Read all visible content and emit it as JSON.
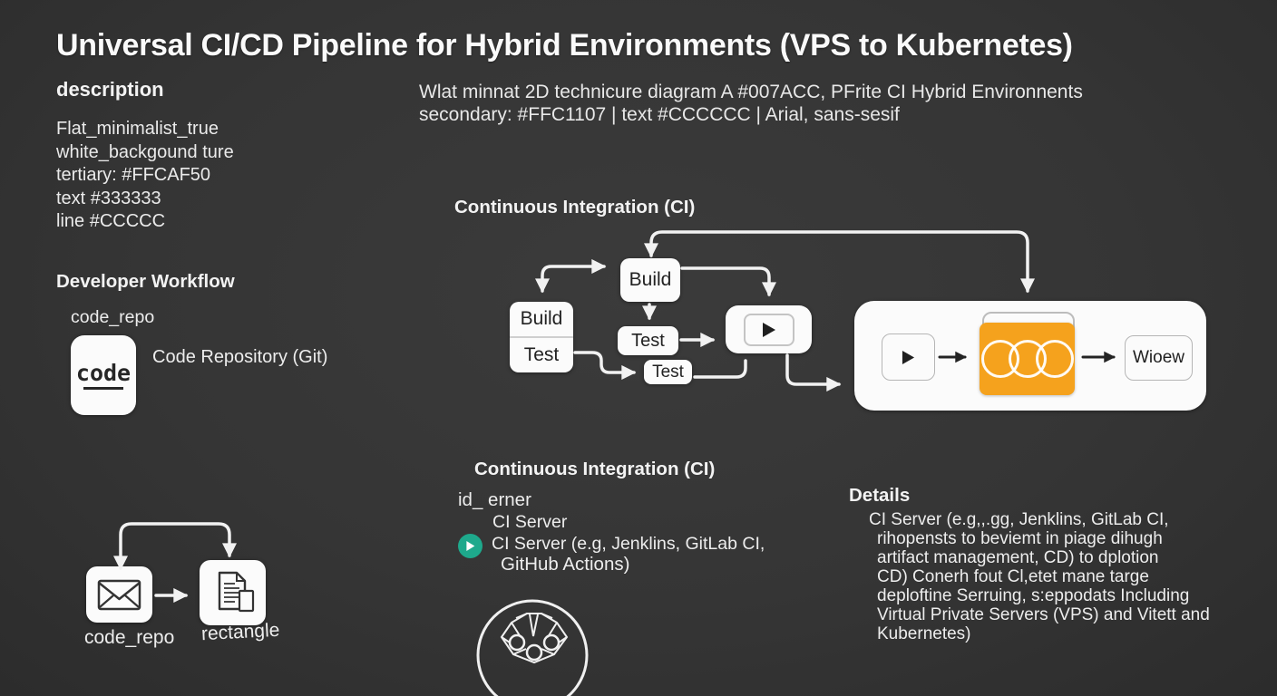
{
  "title": "Universal CI/CD Pipeline for Hybrid Environments (VPS to Kubernetes)",
  "description_panel": {
    "heading": "description",
    "lines": [
      "Flat_minimalist_true",
      "white_backgound ture",
      "tertiary: #FFCAF50",
      "text  #333333",
      "line #CCCCC"
    ]
  },
  "spec_text": {
    "line1": "Wlat minnat 2D technicure diagram A #007ACC, PFrite CI Hybrid Environnents",
    "line2": "secondary: #FFC1107 | text #CCCCCC | Arial, sans-sesif"
  },
  "developer_workflow": {
    "heading": "Developer Workflow",
    "node_id": "code_repo",
    "code_label": "code",
    "repo_label": "Code Repository (Git)"
  },
  "ci_pipeline": {
    "heading": "Continuous Integration (CI)",
    "nodes": {
      "build_test_top": "Build",
      "build_test_bottom": "Test",
      "build": "Build",
      "test_a": "Test",
      "test_b": "Test",
      "view": "Wioew"
    }
  },
  "ci_server": {
    "heading": "Continuous Integration (CI)",
    "node_id": "id_ erner",
    "label": "CI Server",
    "desc_line1": "CI Server (e.g, Jenklins, GitLab CI,",
    "desc_line2": "GitHub Actions)"
  },
  "git_nodes": {
    "left_label": "code_repo",
    "right_label": "rectangle"
  },
  "details": {
    "heading": "Details",
    "lines": [
      "CI Server (e.g,,.gg, Jenklins, GitLab CI,",
      "rihopensts to beviemt in piage dihugh",
      "artifact management, CD) to dplotion",
      "CD) Conerh fout Cl,etet mane targe",
      "deploftine Serruing, s:eppodats Including",
      "Virtual Private Servers (VPS) and Vitett and",
      "Kubernetes)"
    ]
  },
  "colors": {
    "background": "#333333",
    "accent_orange": "#F5A21D",
    "accent_green": "#1EA98C",
    "node_background": "#FBFBFB",
    "line_white": "#F2F2F2",
    "text_dark": "#222222"
  }
}
